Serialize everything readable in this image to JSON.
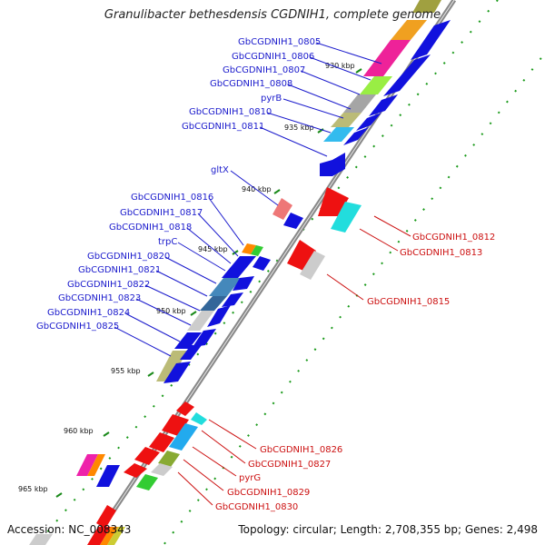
{
  "title": "Granulibacter bethesdensis CGDNIH1, complete genome",
  "footer": {
    "accession": "Accession: NC_008343",
    "summary": "Topology: circular; Length: 2,708,355 bp; Genes: 2,498"
  },
  "ticks": [
    "930 kbp",
    "935 kbp",
    "940 kbp",
    "945 kbp",
    "950 kbp",
    "955 kbp",
    "960 kbp",
    "965 kbp"
  ],
  "labels_left": [
    "GbCGDNIH1_0805",
    "GbCGDNIH1_0806",
    "GbCGDNIH1_0807",
    "GbCGDNIH1_0808",
    "pyrB",
    "GbCGDNIH1_0810",
    "GbCGDNIH1_0811",
    "gltX",
    "GbCGDNIH1_0816",
    "GbCGDNIH1_0817",
    "GbCGDNIH1_0818",
    "trpC",
    "GbCGDNIH1_0820",
    "GbCGDNIH1_0821",
    "GbCGDNIH1_0822",
    "GbCGDNIH1_0823",
    "GbCGDNIH1_0824",
    "GbCGDNIH1_0825"
  ],
  "labels_right": [
    "GbCGDNIH1_0812",
    "GbCGDNIH1_0813",
    "GbCGDNIH1_0815",
    "GbCGDNIH1_0826",
    "GbCGDNIH1_0827",
    "pyrG",
    "GbCGDNIH1_0829",
    "GbCGDNIH1_0830"
  ],
  "colors": {
    "forward_label": "#1a1acc",
    "reverse_label": "#cc1111",
    "backbone": "#777777",
    "tick": "#228822"
  }
}
